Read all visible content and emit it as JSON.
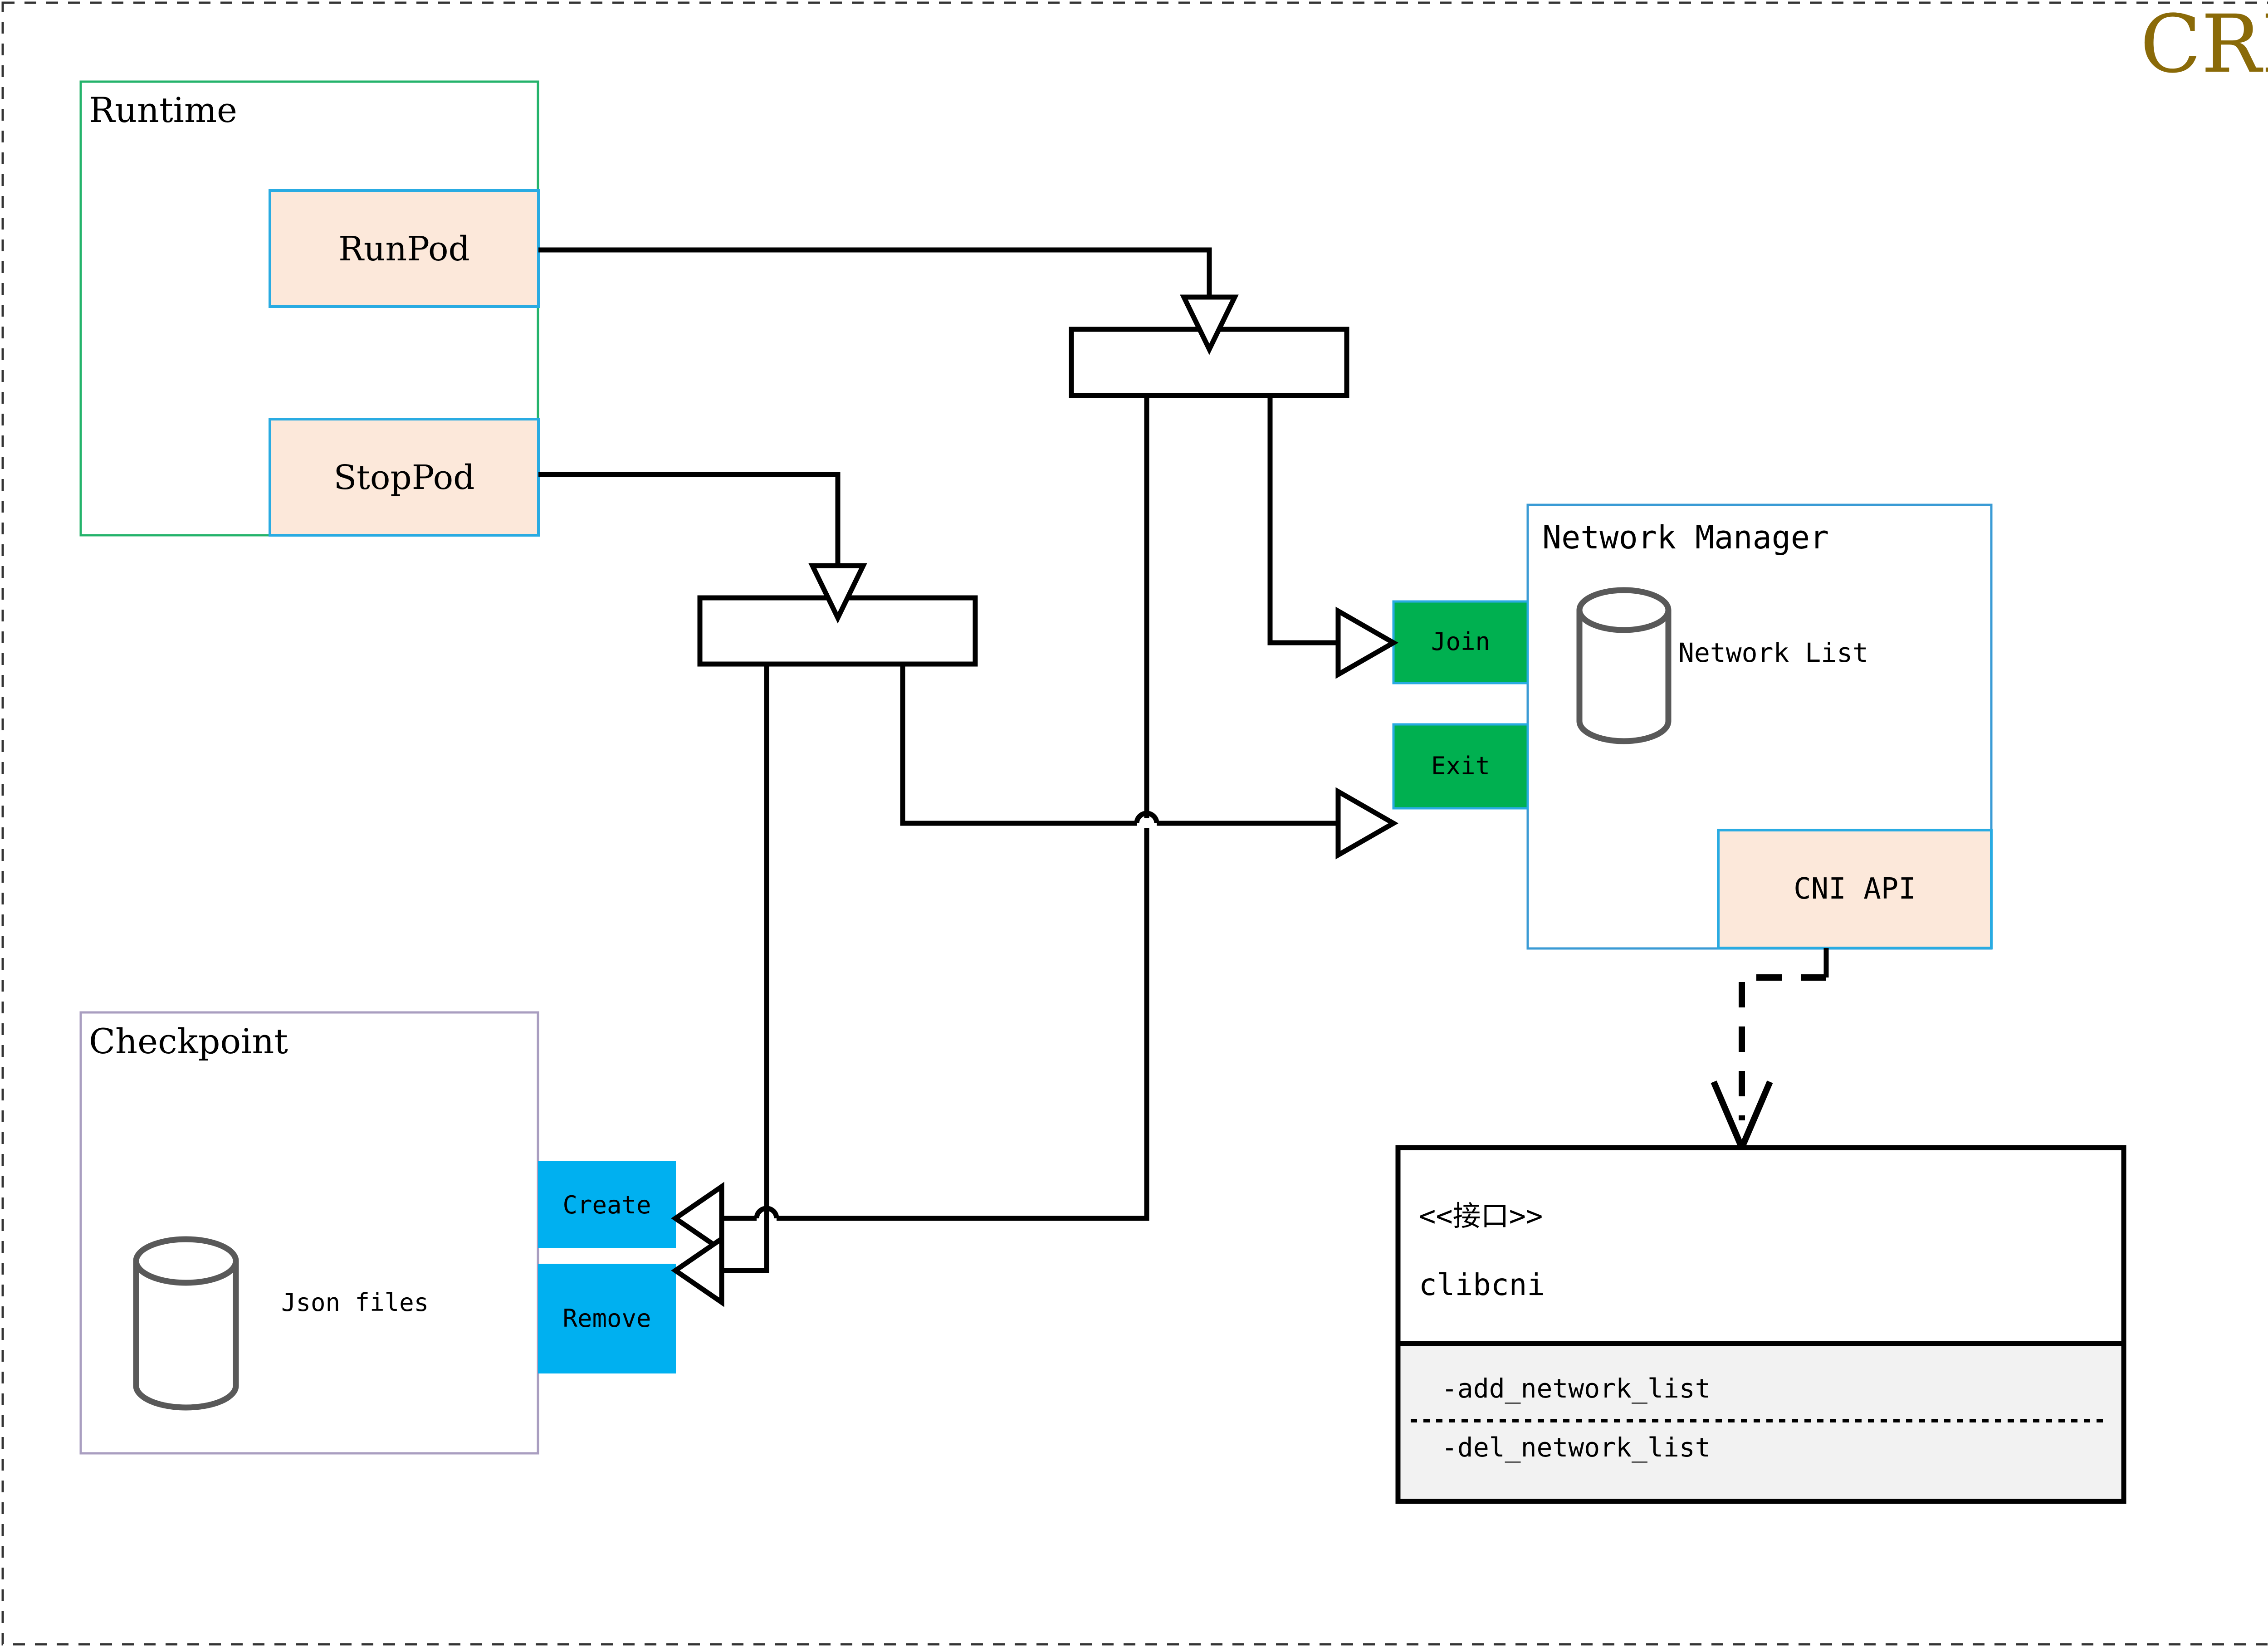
{
  "diagram": {
    "title": "CRI",
    "title_color": "#8a6a08",
    "outer_border_color": "#333333"
  },
  "colors": {
    "runtime_border": "#24b36b",
    "method_border": "#29abe2",
    "method_fill": "#fce8da",
    "checkpoint_border": "#a99ec0",
    "green_fill": "#00b050",
    "blue_fill": "#00b0f0",
    "cylinder_stroke": "#595959",
    "interface_fill": "#f2f2f2",
    "line": "#000000"
  },
  "runtime": {
    "title": "Runtime",
    "methods": [
      {
        "label": "RunPod"
      },
      {
        "label": "StopPod"
      }
    ]
  },
  "checkpoint": {
    "title": "Checkpoint",
    "store_label": "Json files",
    "operations": [
      {
        "label": "Create"
      },
      {
        "label": "Remove"
      }
    ]
  },
  "network_manager": {
    "title": "Network Manager",
    "store_label": "Network List",
    "api_label": "CNI API",
    "ports": [
      {
        "label": "Join"
      },
      {
        "label": "Exit"
      }
    ]
  },
  "interface": {
    "stereotype": "<<接口>>",
    "name": "clibcni",
    "methods": [
      "-add_network_list",
      "-del_network_list"
    ]
  },
  "connectors": {
    "junction_boxes": 2,
    "relations": [
      {
        "from": "RunPod",
        "to": "junction-top",
        "style": "solid",
        "arrow": "open-triangle"
      },
      {
        "from": "StopPod",
        "to": "junction-bottom",
        "style": "solid",
        "arrow": "open-triangle"
      },
      {
        "from": "junction-top",
        "to": "Join",
        "style": "solid",
        "arrow": "open-triangle"
      },
      {
        "from": "junction-top",
        "to": "Create",
        "style": "solid",
        "arrow": "open-triangle"
      },
      {
        "from": "junction-bottom",
        "to": "Exit",
        "style": "solid",
        "arrow": "open-triangle"
      },
      {
        "from": "junction-bottom",
        "to": "Remove",
        "style": "solid",
        "arrow": "open-triangle"
      },
      {
        "from": "CNI API",
        "to": "clibcni",
        "style": "dashed",
        "arrow": "open-v"
      }
    ]
  }
}
